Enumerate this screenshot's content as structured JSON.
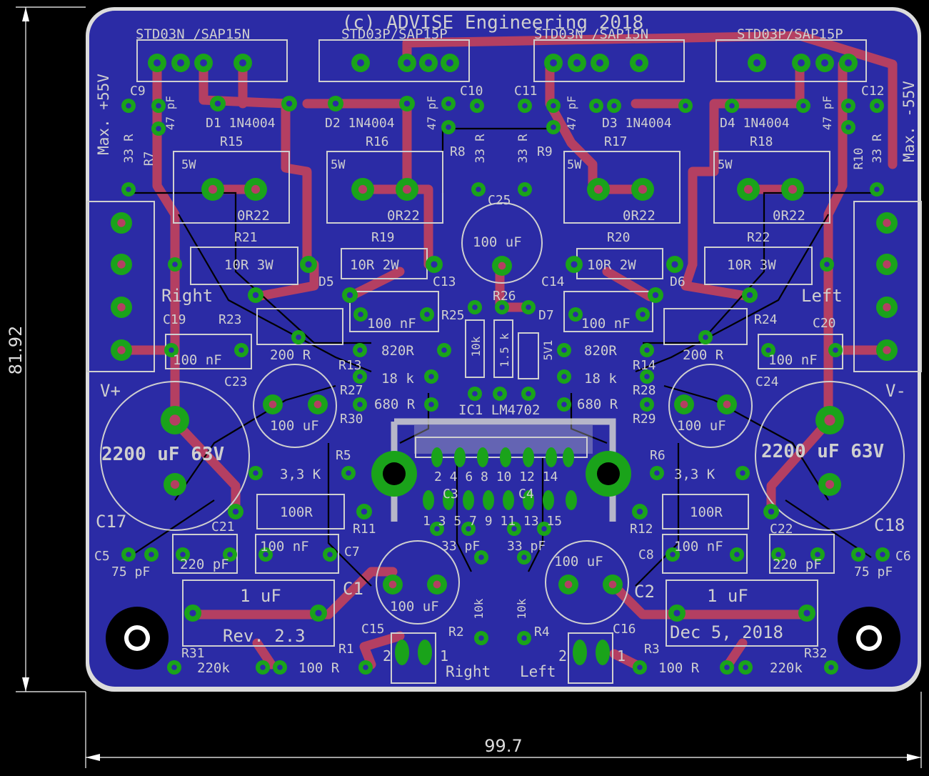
{
  "header": "(c) ADVISE Engineering 2018",
  "dimensions": {
    "height": "81.92",
    "width": "99.7"
  },
  "colors": {
    "board": "#2b2ba5",
    "trace": "#b43f62",
    "pad": "#1aa31a",
    "silk": "#cfcfcf",
    "dim_line": "#ffffff"
  },
  "transistors": [
    "STD03N /SAP15N",
    "STD03P/SAP15P",
    "STD03N /SAP15N",
    "STD03P/SAP15P"
  ],
  "rails": {
    "left": "Max. +55V",
    "right": "Max. -55V"
  },
  "components": {
    "C9": "C9",
    "C10": "C10",
    "C11": "C11",
    "C12": "C12",
    "pf47": "47 pF",
    "D1": "D1 1N4004",
    "D2": "D2 1N4004",
    "D3": "D3 1N4004",
    "D4": "D4 1N4004",
    "R15": "R15",
    "R16": "R16",
    "R17": "R17",
    "R18": "R18",
    "R7": "R7",
    "R8": "R8",
    "R9": "R9",
    "R10": "R10",
    "r33": "33 R",
    "w5": "5W",
    "r0r22": "0R22",
    "R21": "R21",
    "R19": "R19",
    "R20": "R20",
    "R22": "R22",
    "r10r3w": "10R 3W",
    "r10r2w": "10R 2W",
    "C25": "C25",
    "c100uf": "100 uF",
    "C13": "C13",
    "C14": "C14",
    "D5": "D5",
    "D6": "D6",
    "R26": "R26",
    "D7": "D7",
    "R25": "R25",
    "R23": "R23",
    "R24": "R24",
    "right": "Right",
    "left": "Left",
    "C19": "C19",
    "C20": "C20",
    "c100nf": "100 nF",
    "r200": "200 R",
    "r820": "820R",
    "R13": "R13",
    "R14": "R14",
    "r10k": "10k",
    "r1k5": "1.5 k",
    "v54": "5V1",
    "r18k": "18 k",
    "r680": "680 R",
    "R27": "R27",
    "R28": "R28",
    "R29": "R29",
    "R30": "R30",
    "IC1": "IC1 LM4702",
    "C23": "C23",
    "C24": "C24",
    "vplus": "V+",
    "vminus": "V-",
    "c2200": "2200 uF 63V",
    "R5": "R5",
    "R6": "R6",
    "r3k3": "3,3 K",
    "pins_top": "2 4 6 8 10 12 14",
    "pins_bot": "1 3 5 7 9 11 13 15",
    "C3": "C3",
    "C4": "C4",
    "C17": "C17",
    "C18": "C18",
    "C21": "C21",
    "C22": "C22",
    "r100r": "100R",
    "R11": "R11",
    "R12": "R12",
    "C5": "C5",
    "C6": "C6",
    "c75": "75 pF",
    "c220": "220 pF",
    "C7": "C7",
    "C8": "C8",
    "c33": "33 pF",
    "C1": "C1",
    "C2": "C2",
    "c1uf": "1 uF",
    "rev": "Rev. 2.3",
    "date": "Dec 5, 2018",
    "C15": "C15",
    "C16": "C16",
    "R2": "R2",
    "R4": "R4",
    "R1": "R1",
    "R3": "R3",
    "R31": "R31",
    "R32": "R32",
    "r220k": "220k",
    "r100R2": "100 R",
    "n2": "2",
    "n1": "1"
  }
}
